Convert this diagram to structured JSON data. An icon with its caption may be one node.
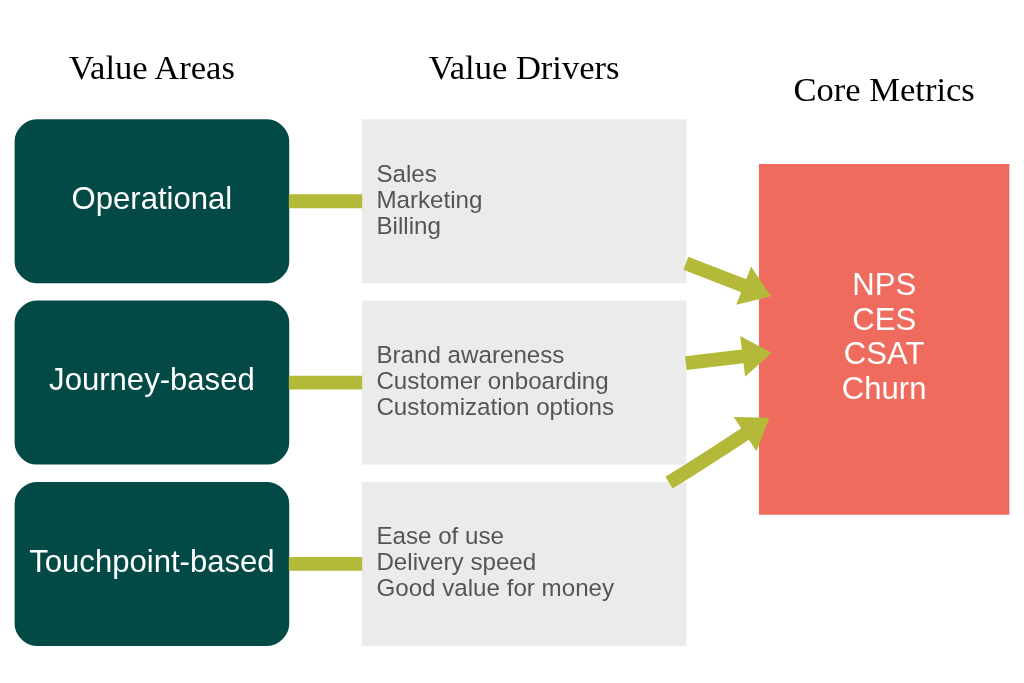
{
  "diagram": {
    "nodes": [
      {
        "text": [
          "Operational"
        ]
      },
      {
        "text": [
          "Journey-based"
        ]
      },
      {
        "text": [
          "Touchpoint-based"
        ]
      },
      {
        "text": [
          "Sales",
          "Marketing",
          "Billing"
        ]
      },
      {
        "text": [
          "Brand awareness",
          "Customer onboarding",
          "Customization options"
        ]
      },
      {
        "text": [
          "Ease of use",
          "Delivery speed",
          "Good value for money"
        ]
      },
      {
        "text": [
          "NPS",
          "CES",
          "CSAT",
          "Churn"
        ]
      }
    ],
    "edges": [
      {
        "from": 0,
        "to": 3,
        "arrow": "none"
      },
      {
        "from": 1,
        "to": 4,
        "arrow": "none"
      },
      {
        "from": 2,
        "to": 5,
        "arrow": "none"
      },
      {
        "from": 3,
        "to": 6,
        "arrow": "to"
      },
      {
        "from": 4,
        "to": 6,
        "arrow": "to"
      },
      {
        "from": 5,
        "to": 6,
        "arrow": "to"
      }
    ],
    "labels": [
      "Value Areas",
      "Value Drivers",
      "Core Metrics"
    ]
  }
}
